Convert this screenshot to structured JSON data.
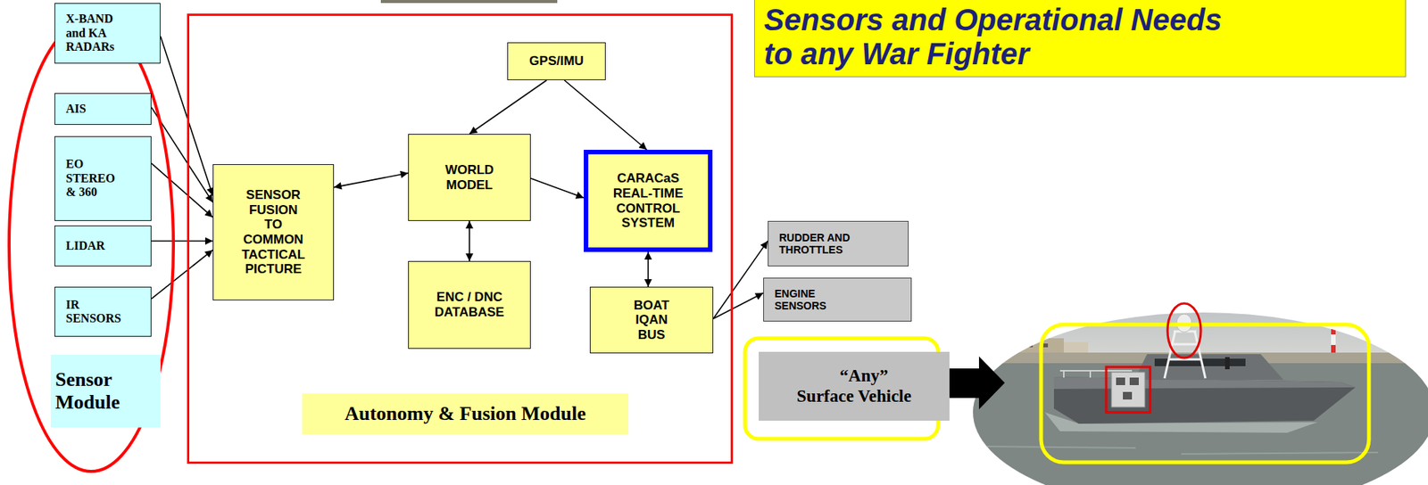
{
  "diagram": {
    "title": "Sensors and Operational Needs to any War Fighter",
    "nodes": [
      {
        "text": [
          "Sensor Module"
        ]
      },
      {
        "text": [
          "X-BAND and KA RADARs"
        ],
        "in": 0
      },
      {
        "text": [
          "AIS"
        ],
        "in": 0
      },
      {
        "text": [
          "EO STEREO & 360"
        ],
        "in": 0
      },
      {
        "text": [
          "LIDAR"
        ],
        "in": 0
      },
      {
        "text": [
          "IR SENSORS"
        ],
        "in": 0
      },
      {
        "text": [
          "Autonomy & Fusion Module"
        ]
      },
      {
        "text": [
          "GPS/IMU"
        ],
        "in": 6
      },
      {
        "text": [
          "SENSOR FUSION TO COMMON TACTICAL PICTURE"
        ],
        "in": 6
      },
      {
        "text": [
          "WORLD MODEL"
        ],
        "in": 6
      },
      {
        "text": [
          "CARACaS REAL-TIME CONTROL SYSTEM"
        ],
        "in": 6
      },
      {
        "text": [
          "ENC / DNC DATABASE"
        ],
        "in": 6
      },
      {
        "text": [
          "BOAT IQAN BUS"
        ],
        "in": 6
      },
      {
        "text": [
          "RUDDER AND THROTTLES"
        ]
      },
      {
        "text": [
          "ENGINE SENSORS"
        ]
      },
      {
        "text": [
          "“Any” Surface Vehicle"
        ]
      }
    ],
    "edges": [
      {
        "from": 1,
        "to": 8,
        "arrow": "to"
      },
      {
        "from": 2,
        "to": 8,
        "arrow": "to"
      },
      {
        "from": 3,
        "to": 8,
        "arrow": "to"
      },
      {
        "from": 4,
        "to": 8,
        "arrow": "to"
      },
      {
        "from": 5,
        "to": 8,
        "arrow": "to"
      },
      {
        "from": 8,
        "to": 9,
        "arrow": "both"
      },
      {
        "from": 7,
        "to": 9,
        "arrow": "to"
      },
      {
        "from": 7,
        "to": 10,
        "arrow": "to"
      },
      {
        "from": 9,
        "to": 10,
        "arrow": "to"
      },
      {
        "from": 9,
        "to": 11,
        "arrow": "both"
      },
      {
        "from": 10,
        "to": 12,
        "arrow": "both"
      },
      {
        "from": 12,
        "to": 13,
        "arrow": "to"
      },
      {
        "from": 12,
        "to": 14,
        "arrow": "to"
      }
    ]
  }
}
